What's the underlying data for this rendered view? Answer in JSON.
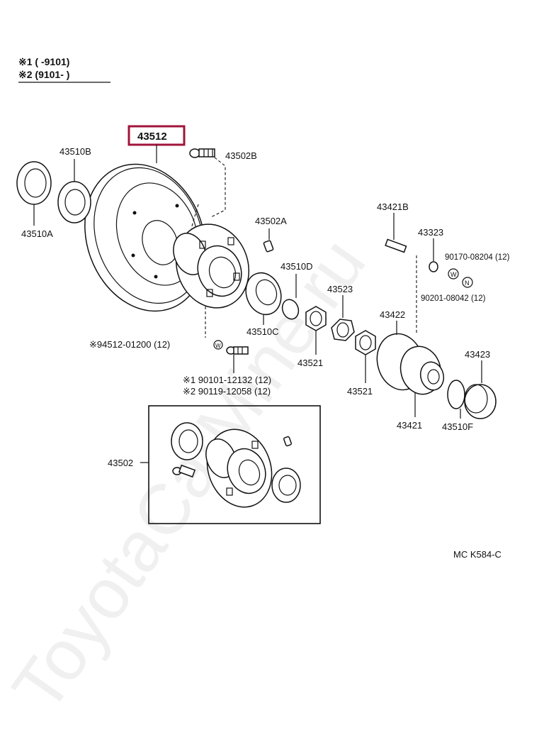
{
  "header": {
    "note1": "※1 (      -9101)",
    "note2": "※2 (9101-       )"
  },
  "highlight": {
    "part_number": "43512",
    "color": "#a0143c"
  },
  "labels": {
    "p43510B": "43510B",
    "p43510A": "43510A",
    "p43502B": "43502B",
    "p43502A": "43502A",
    "p43510D": "43510D",
    "p43510C": "43510C",
    "p43421B": "43421B",
    "p43323": "43323",
    "p90170": "90170-08204 (12)",
    "p90201": "90201-08042 (12)",
    "p43523": "43523",
    "p43422": "43422",
    "p43521a": "43521",
    "p43521b": "43521",
    "p43423": "43423",
    "p43421": "43421",
    "p43510F": "43510F",
    "p94512": "※94512-01200 (12)",
    "p90101": "※1 90101-12132 (12)",
    "p90119": "※2 90119-12058 (12)",
    "p43502": "43502"
  },
  "markers": {
    "w": "W",
    "n": "N"
  },
  "footer": {
    "code": "MC K584-C"
  },
  "watermark": {
    "text": "ToyotaCatMine.ru"
  }
}
